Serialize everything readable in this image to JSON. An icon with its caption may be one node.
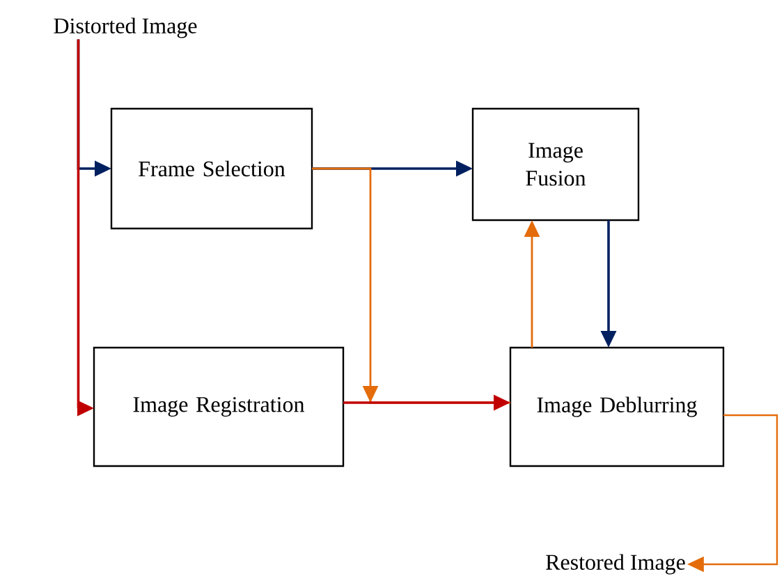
{
  "diagram": {
    "nodes": [
      {
        "text": [
          "Distorted Image"
        ]
      },
      {
        "text": [
          "Frame Selection"
        ]
      },
      {
        "text": [
          "Image Fusion"
        ]
      },
      {
        "text": [
          "Image Registration"
        ]
      },
      {
        "text": [
          "Image Deblurring"
        ]
      },
      {
        "text": [
          "Restored Image"
        ]
      }
    ],
    "edges": [
      {
        "from": 0,
        "to": 1,
        "arrow": "to",
        "color": "#002060"
      },
      {
        "from": 0,
        "to": 3,
        "arrow": "to",
        "color": "#c00000"
      },
      {
        "from": 1,
        "to": 2,
        "arrow": "to",
        "color": "#002060"
      },
      {
        "from": 1,
        "to": 4,
        "arrow": "to",
        "color": "#e46c0a"
      },
      {
        "from": 3,
        "to": 4,
        "arrow": "to",
        "color": "#c00000"
      },
      {
        "from": 2,
        "to": 4,
        "arrow": "to",
        "color": "#002060"
      },
      {
        "from": 4,
        "to": 2,
        "arrow": "to",
        "color": "#e46c0a"
      },
      {
        "from": 4,
        "to": 5,
        "arrow": "to",
        "color": "#e46c0a"
      }
    ]
  }
}
